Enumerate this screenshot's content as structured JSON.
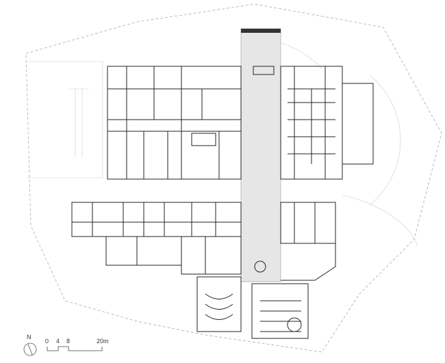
{
  "north_arrow": {
    "label": "N"
  },
  "scale_bar": {
    "ticks": [
      "0",
      "4",
      "8",
      "20m"
    ]
  },
  "colors": {
    "wall": "#222222",
    "corridor": "#e6e6e6",
    "site": "#9a9a9a"
  }
}
